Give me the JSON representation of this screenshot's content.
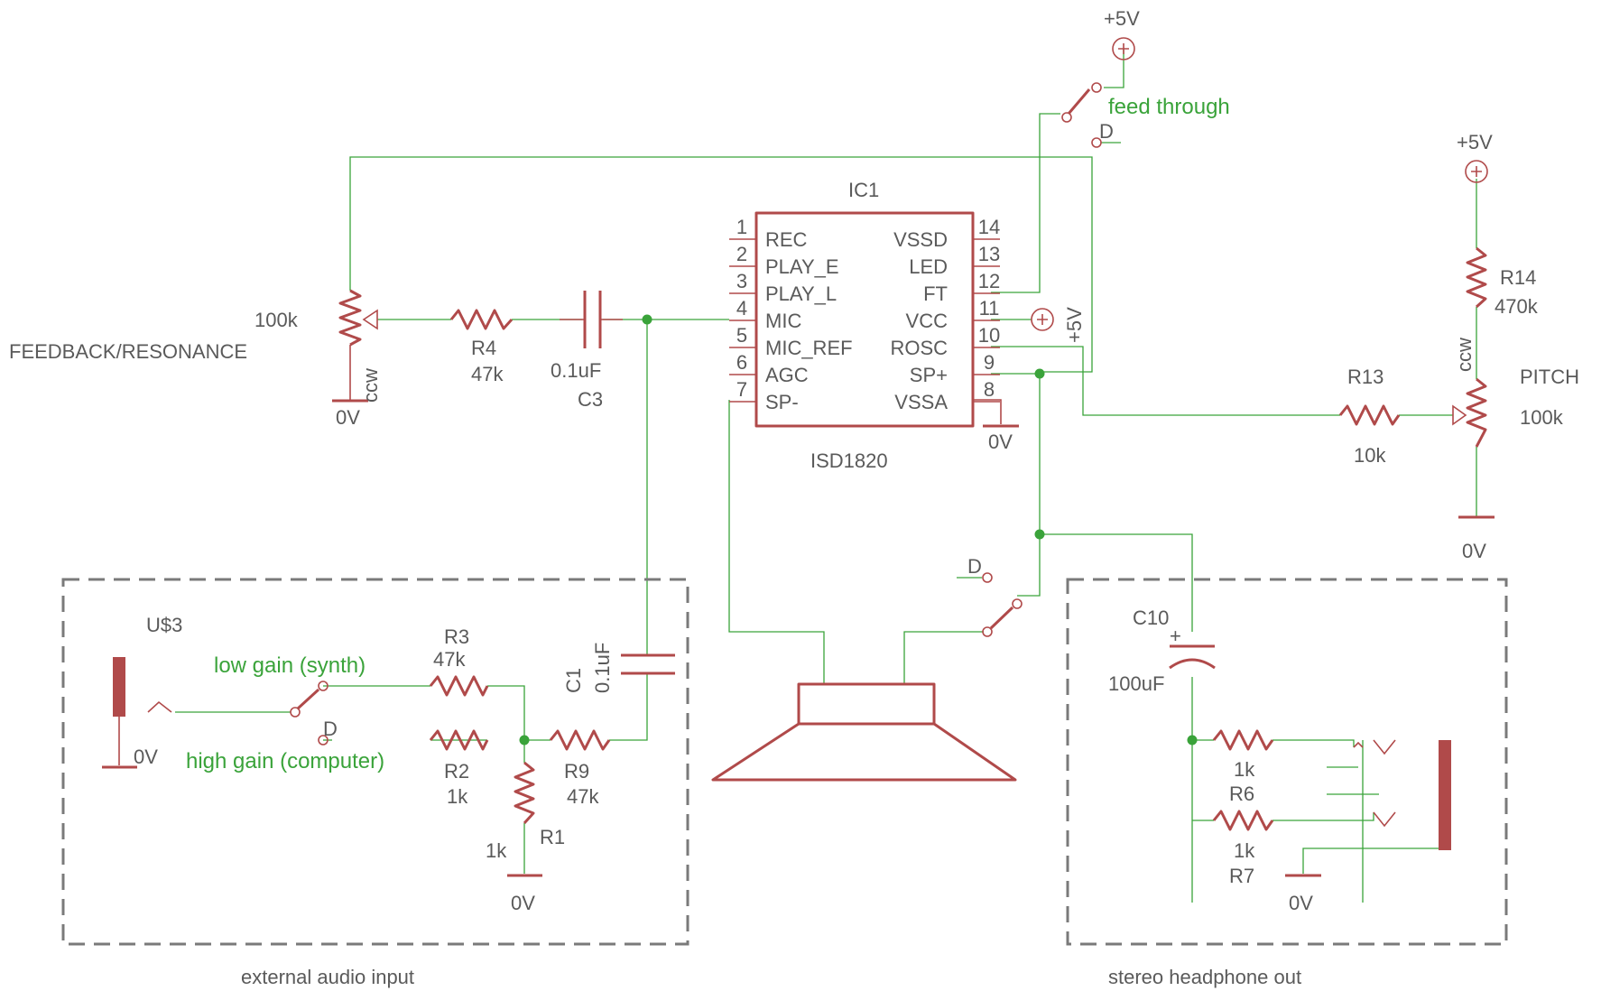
{
  "ic": {
    "ref": "IC1",
    "part": "ISD1820",
    "pins_left": [
      {
        "n": "1",
        "name": "REC"
      },
      {
        "n": "2",
        "name": "PLAY_E"
      },
      {
        "n": "3",
        "name": "PLAY_L"
      },
      {
        "n": "4",
        "name": "MIC"
      },
      {
        "n": "5",
        "name": "MIC_REF"
      },
      {
        "n": "6",
        "name": "AGC"
      },
      {
        "n": "7",
        "name": "SP-"
      }
    ],
    "pins_right": [
      {
        "n": "14",
        "name": "VSSD"
      },
      {
        "n": "13",
        "name": "LED"
      },
      {
        "n": "12",
        "name": "FT"
      },
      {
        "n": "11",
        "name": "VCC"
      },
      {
        "n": "10",
        "name": "ROSC"
      },
      {
        "n": "9",
        "name": "SP+"
      },
      {
        "n": "8",
        "name": "VSSA"
      }
    ]
  },
  "labels": {
    "vcc_top": "+5V",
    "feed_through": "feed through",
    "d": "D",
    "vcc_ic": "+5V",
    "vcc_pitch": "+5V",
    "r14": "R14",
    "r14_val": "470k",
    "ccw": "ccw",
    "pitch": "PITCH",
    "pitch_val": "100k",
    "r13": "R13",
    "r13_val": "10k",
    "gnd": "0V",
    "fb_val": "100k",
    "fb_name": "FEEDBACK/RESONANCE",
    "r4": "R4",
    "r4_val": "47k",
    "c3": "C3",
    "c3_val": "0.1uF",
    "us3": "U$3",
    "low_gain": "low gain (synth)",
    "high_gain": "high gain (computer)",
    "r3": "R3",
    "r3_val": "47k",
    "r2": "R2",
    "r2_val": "1k",
    "r9": "R9",
    "r9_val": "47k",
    "r1": "R1",
    "r1_val": "1k",
    "c1": "C1",
    "c1_val": "0.1uF",
    "c10": "C10",
    "c10_val": "100uF",
    "plus": "+",
    "r6": "R6",
    "r6_val": "1k",
    "r7": "R7",
    "r7_val": "1k",
    "ext_input": "external audio input",
    "headphone_out": "stereo headphone out"
  }
}
